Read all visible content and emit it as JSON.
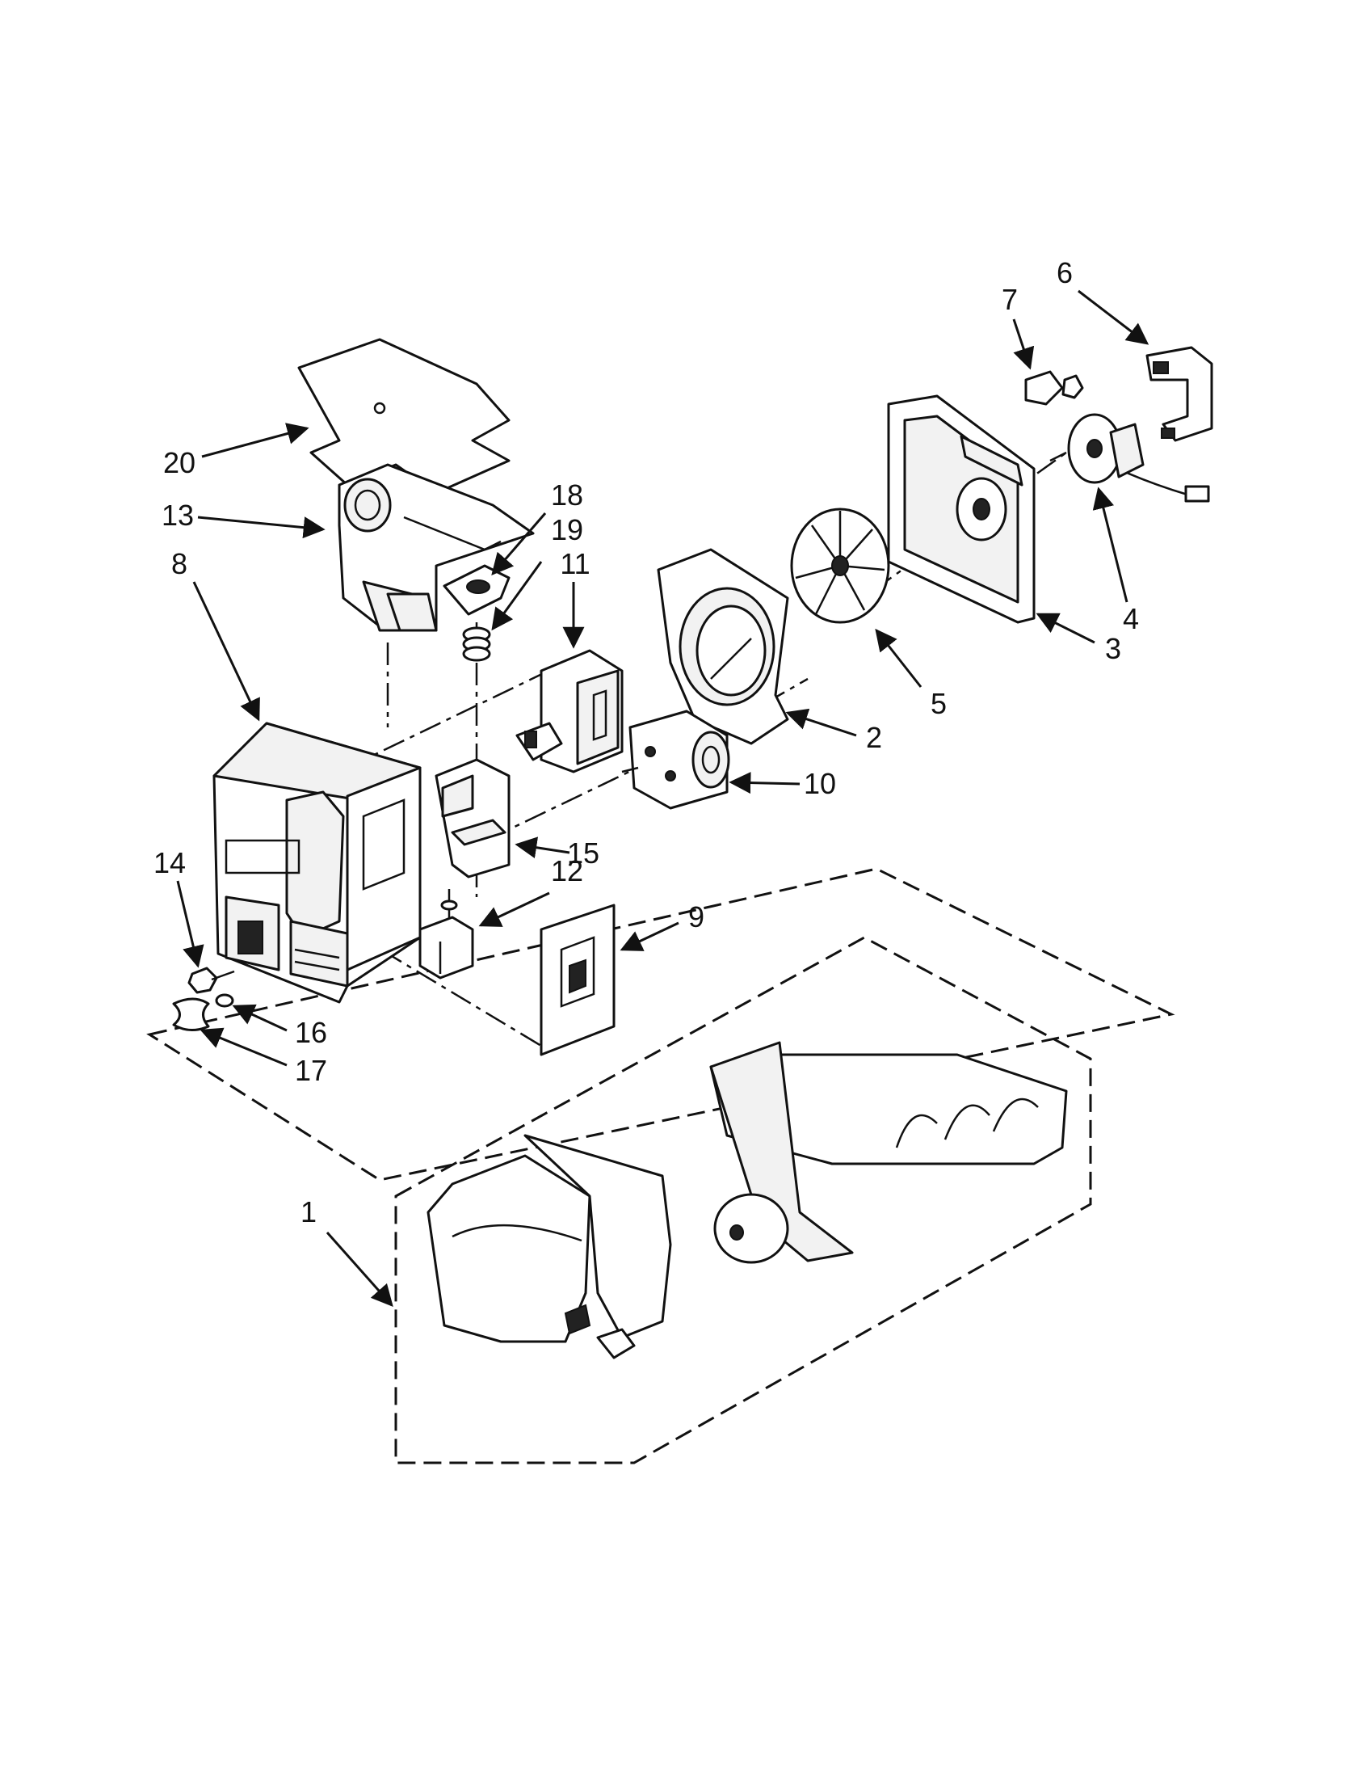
{
  "callouts": [
    {
      "id": "1",
      "label": "1"
    },
    {
      "id": "2",
      "label": "2"
    },
    {
      "id": "3",
      "label": "3"
    },
    {
      "id": "4",
      "label": "4"
    },
    {
      "id": "5",
      "label": "5"
    },
    {
      "id": "6",
      "label": "6"
    },
    {
      "id": "7",
      "label": "7"
    },
    {
      "id": "8",
      "label": "8"
    },
    {
      "id": "9",
      "label": "9"
    },
    {
      "id": "10",
      "label": "10"
    },
    {
      "id": "11",
      "label": "11"
    },
    {
      "id": "12",
      "label": "12"
    },
    {
      "id": "13",
      "label": "13"
    },
    {
      "id": "14",
      "label": "14"
    },
    {
      "id": "15",
      "label": "15"
    },
    {
      "id": "16",
      "label": "16"
    },
    {
      "id": "17",
      "label": "17"
    },
    {
      "id": "18",
      "label": "18"
    },
    {
      "id": "19",
      "label": "19"
    },
    {
      "id": "20",
      "label": "20"
    }
  ],
  "line_color": "#111111",
  "background_color": "#ffffff"
}
